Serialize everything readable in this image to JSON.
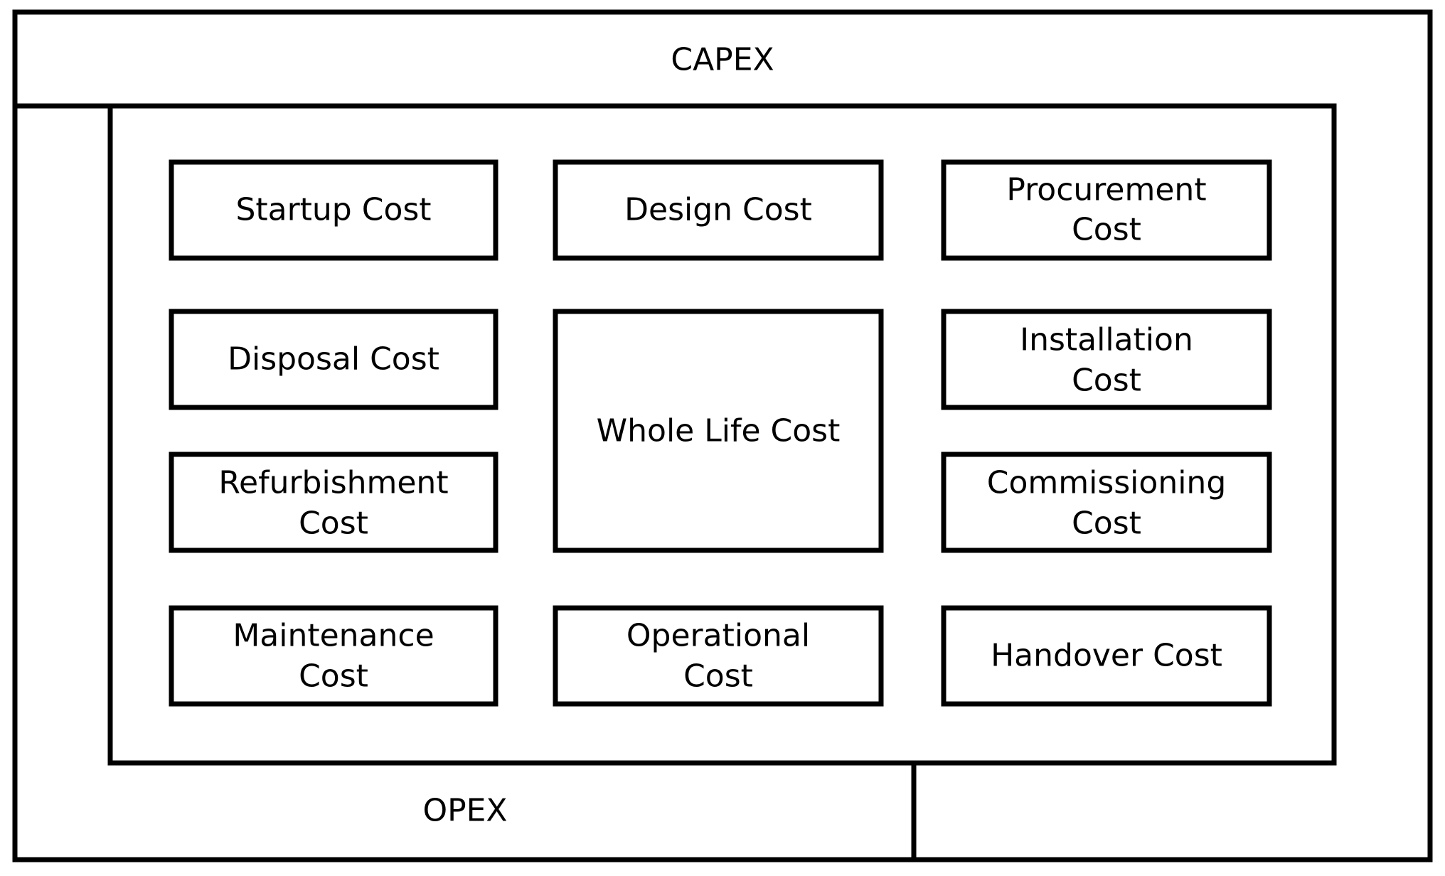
{
  "diagram": {
    "capex_label": "CAPEX",
    "opex_label": "OPEX",
    "center_label": "Whole Life Cost",
    "cost_items": {
      "startup": [
        "Startup Cost"
      ],
      "design": [
        "Design Cost"
      ],
      "procurement": [
        "Procurement",
        "Cost"
      ],
      "disposal": [
        "Disposal Cost"
      ],
      "installation": [
        "Installation",
        "Cost"
      ],
      "refurbishment": [
        "Refurbishment",
        "Cost"
      ],
      "commissioning": [
        "Commissioning",
        "Cost"
      ],
      "maintenance": [
        "Maintenance",
        "Cost"
      ],
      "operational": [
        "Operational",
        "Cost"
      ],
      "handover": [
        "Handover Cost"
      ]
    }
  }
}
